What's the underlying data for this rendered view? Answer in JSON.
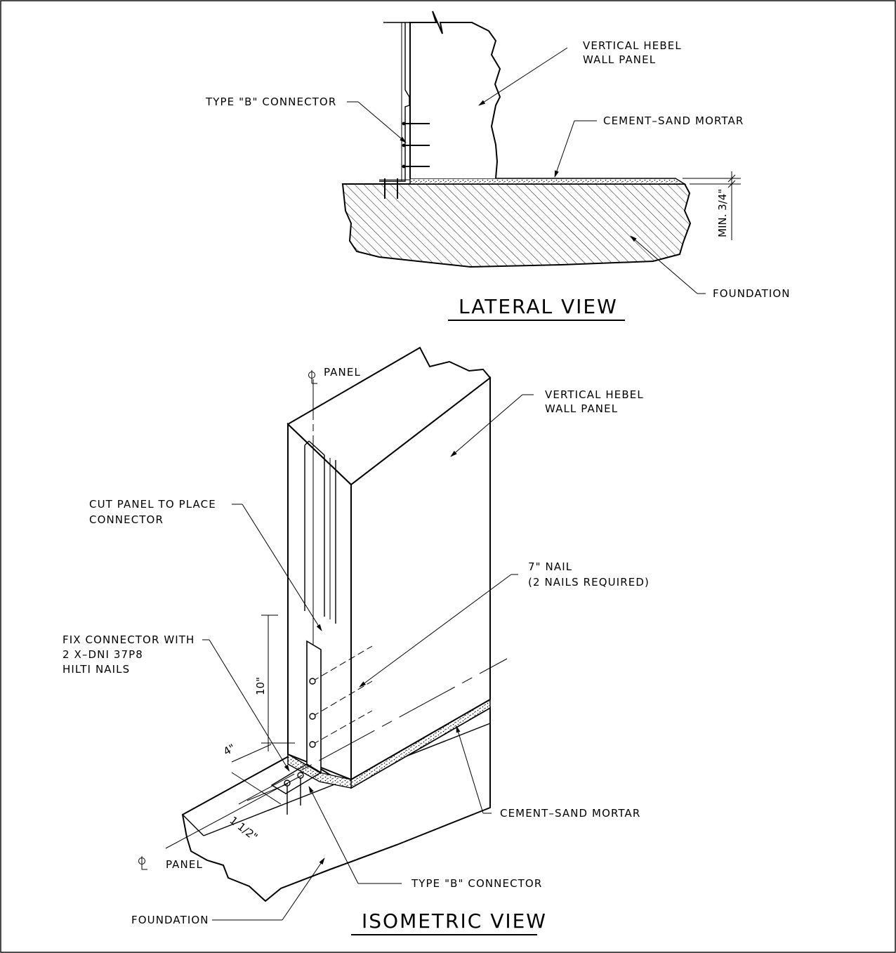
{
  "lateral": {
    "title": "LATERAL VIEW",
    "wall_label_1": "VERTICAL HEBEL",
    "wall_label_2": "WALL PANEL",
    "connector_label": "TYPE \"B\" CONNECTOR",
    "mortar_label": "CEMENT–SAND MORTAR",
    "foundation_label": "FOUNDATION",
    "min_dim": "MIN. 3/4\""
  },
  "isometric": {
    "title": "ISOMETRIC VIEW",
    "cl_top": "PANEL",
    "cl_bottom": "PANEL",
    "wall_label_1": "VERTICAL HEBEL",
    "wall_label_2": "WALL PANEL",
    "cut_label_1": "CUT PANEL TO PLACE",
    "cut_label_2": "CONNECTOR",
    "nail_label_1": "7\" NAIL",
    "nail_label_2": "(2 NAILS REQUIRED)",
    "fix_label_1": "FIX CONNECTOR WITH",
    "fix_label_2": "2 X–DNI 37P8",
    "fix_label_3": "HILTI NAILS",
    "dim_10": "10\"",
    "dim_4": "4\"",
    "dim_1half": "1 1/2\"",
    "mortar_label": "CEMENT–SAND MORTAR",
    "connector_label": "TYPE \"B\" CONNECTOR",
    "foundation_label": "FOUNDATION"
  }
}
